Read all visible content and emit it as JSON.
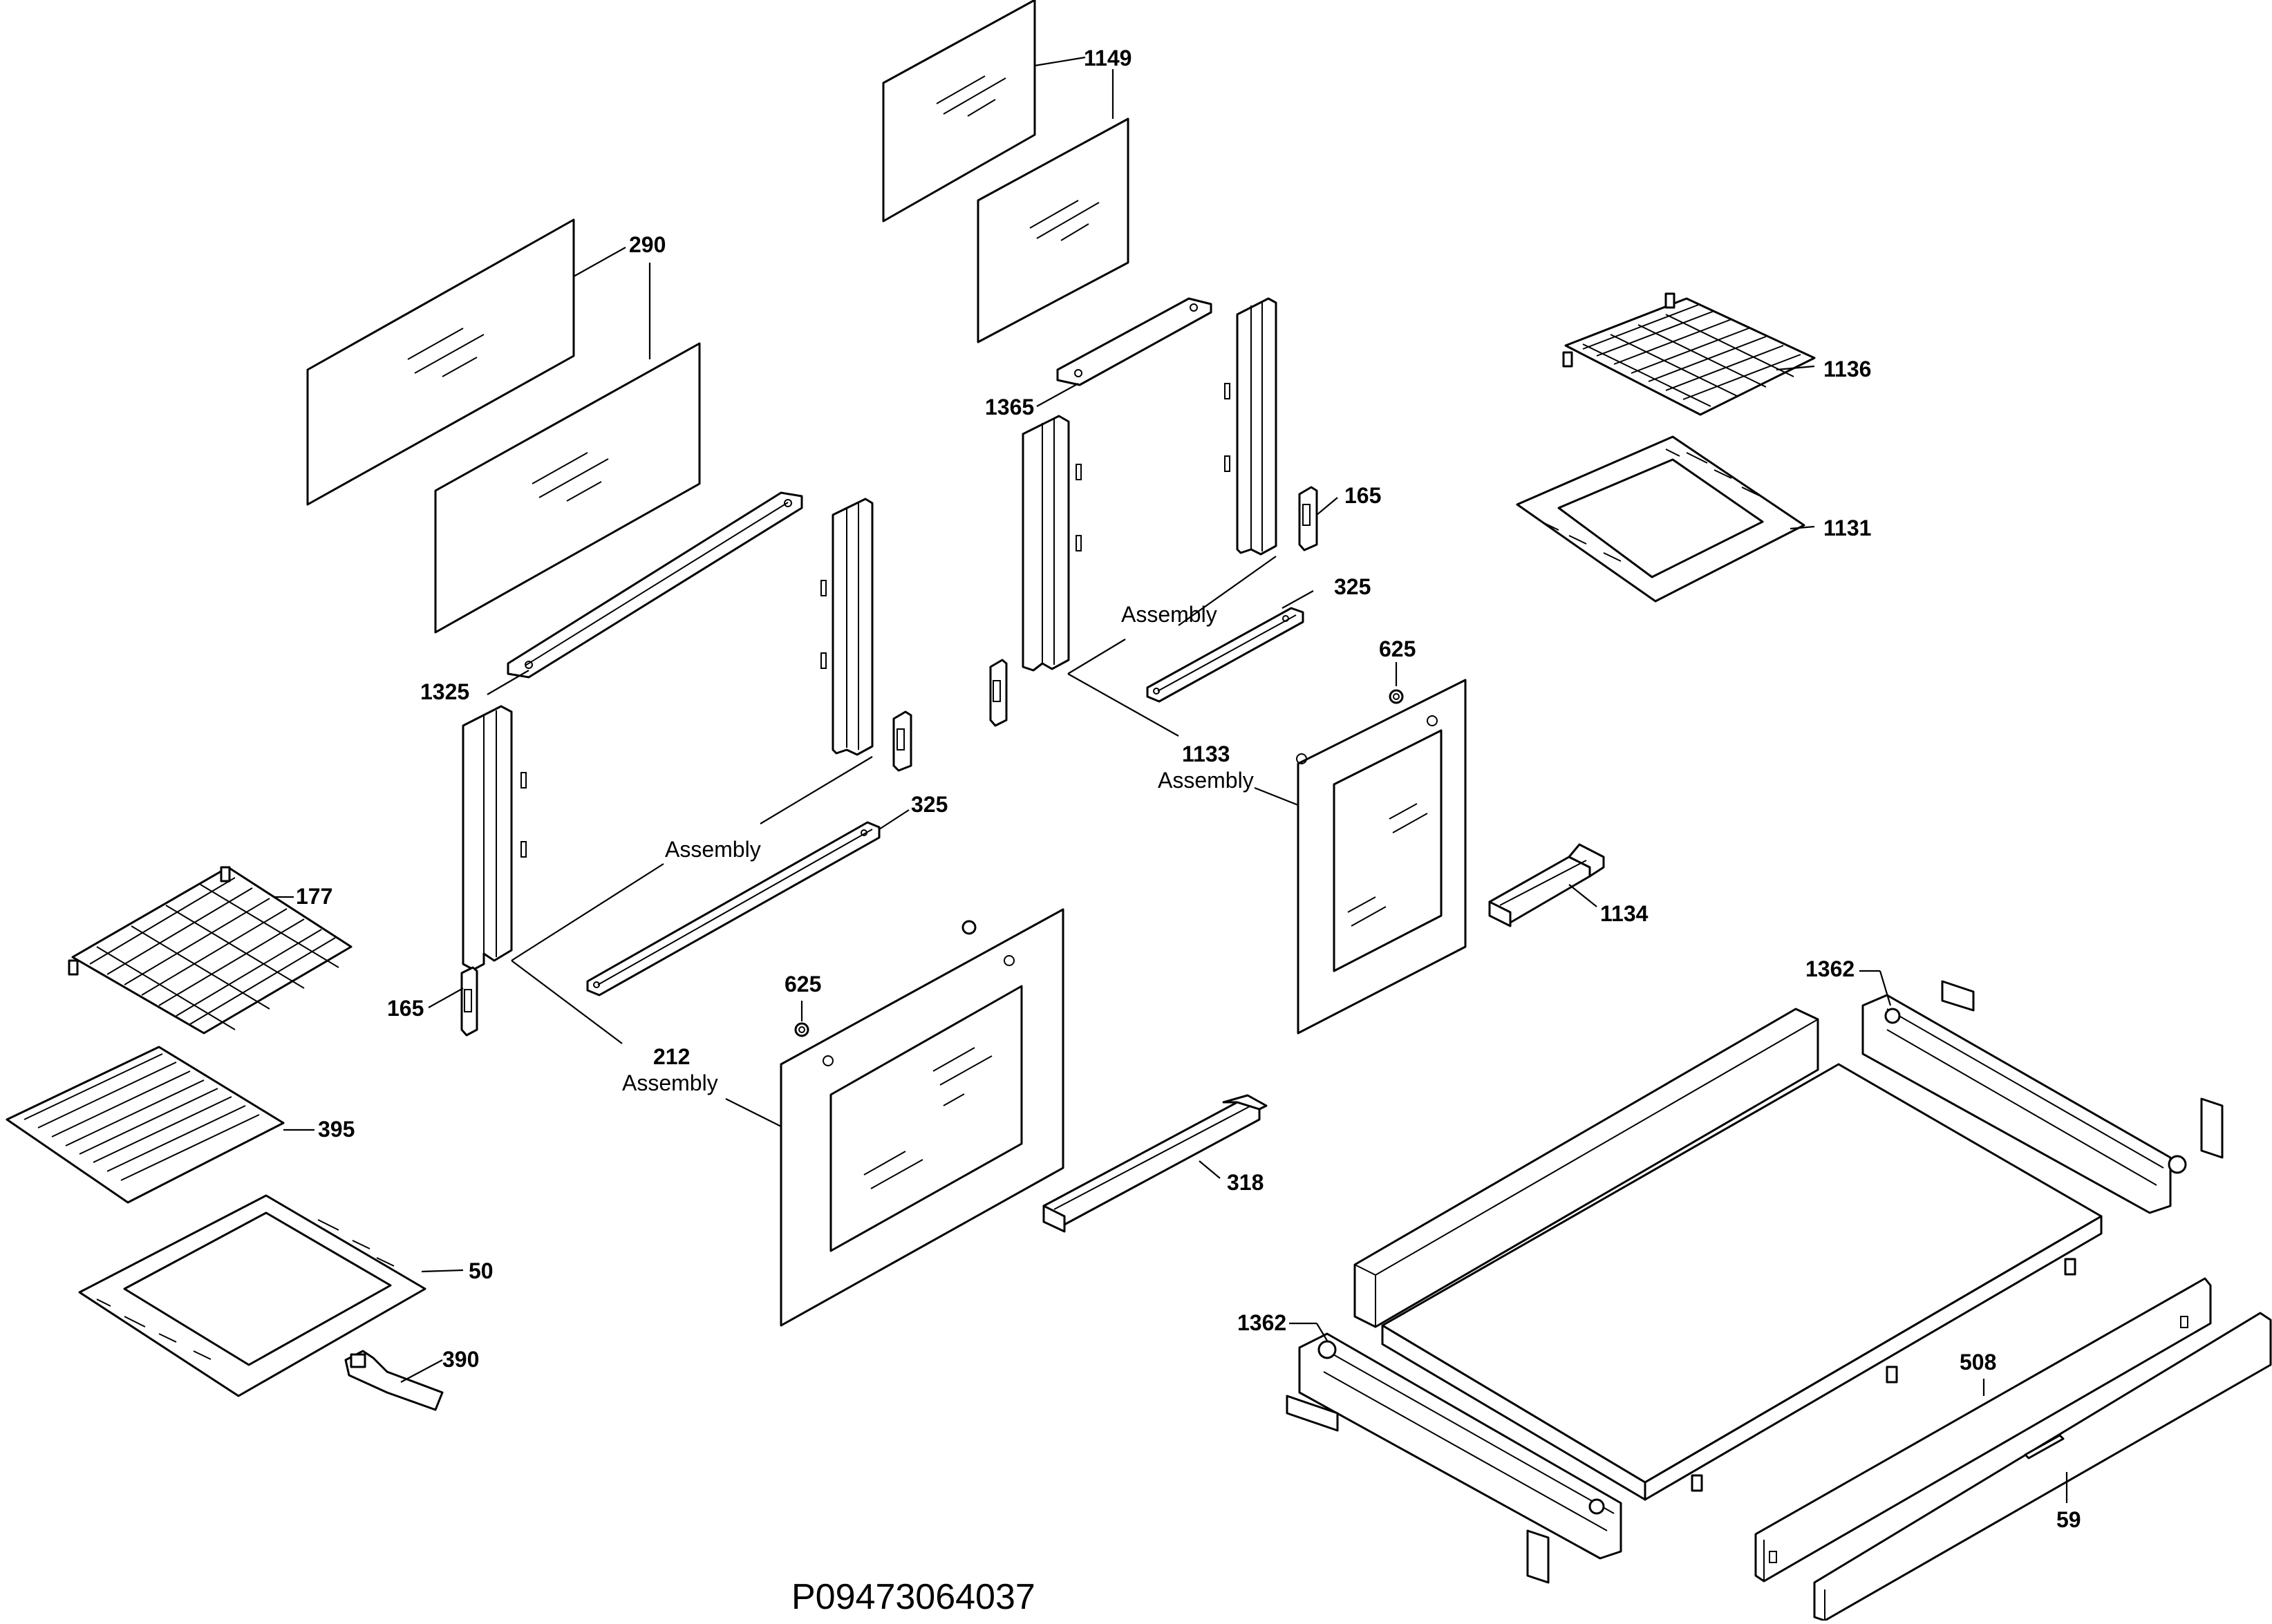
{
  "diagram": {
    "drawing_code": "P09473064037",
    "labels": {
      "l1149": "1149",
      "l290": "290",
      "l1136": "1136",
      "l1365": "1365",
      "l165a": "165",
      "l1131": "1131",
      "l325a": "325",
      "assembly_a": "Assembly",
      "l625a": "625",
      "l1325": "1325",
      "l1133": "1133",
      "assembly_1133": "Assembly",
      "l325b": "325",
      "assembly_b": "Assembly",
      "l177": "177",
      "l1134": "1134",
      "l625b": "625",
      "l1362a": "1362",
      "l165b": "165",
      "l212": "212",
      "assembly_212": "Assembly",
      "l395": "395",
      "l318": "318",
      "l50": "50",
      "l1362b": "1362",
      "l390": "390",
      "l508": "508",
      "l59": "59"
    }
  }
}
